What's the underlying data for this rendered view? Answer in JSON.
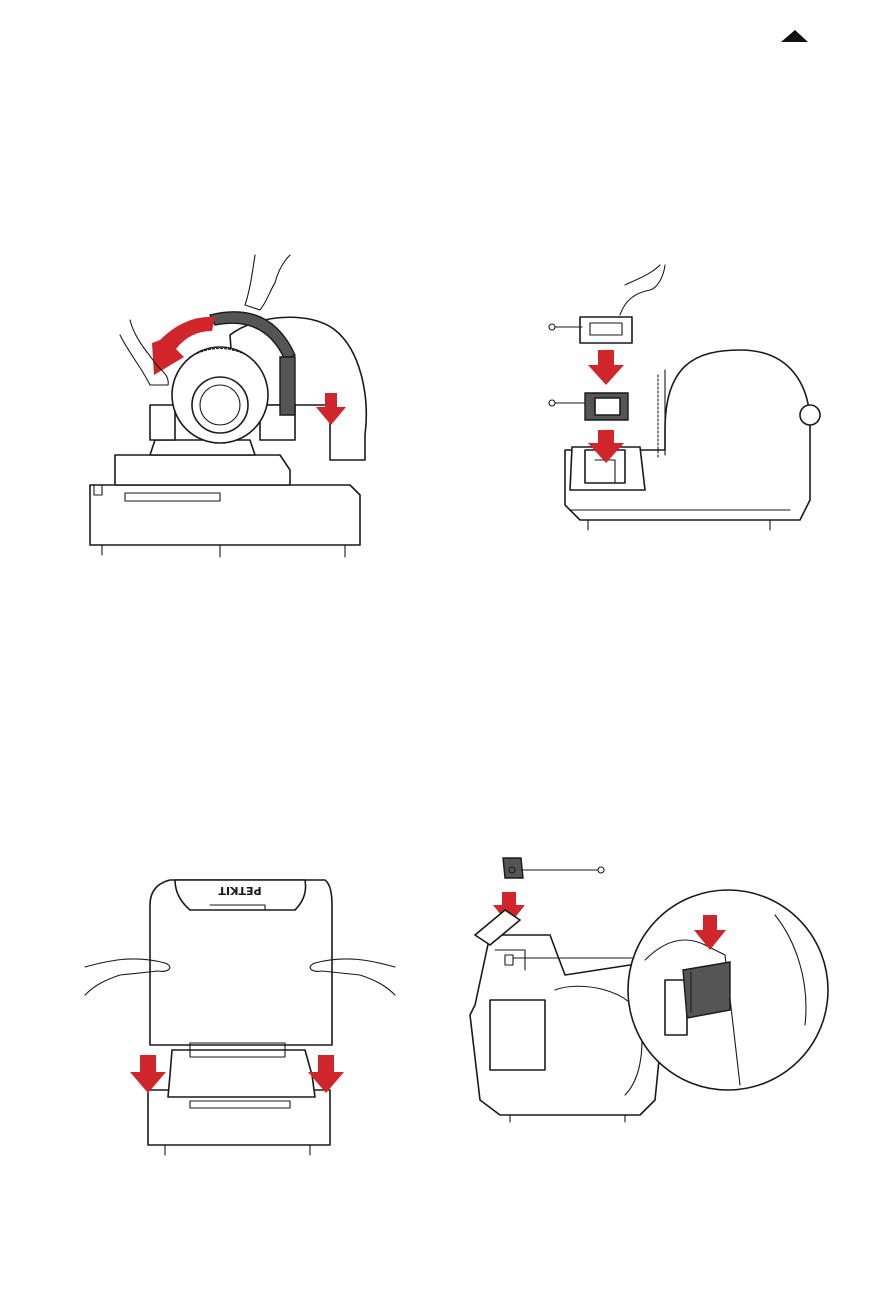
{
  "page": {
    "nav": {
      "icon": "up-triangle-icon"
    },
    "figures": [
      {
        "id": "fig-1",
        "description_icon": "drum-rotate-remove"
      },
      {
        "id": "fig-2",
        "description_icon": "filter-insert"
      },
      {
        "id": "fig-3",
        "description_icon": "lid-place"
      },
      {
        "id": "fig-4",
        "description_icon": "plug-insert"
      }
    ],
    "logo_text": "PETKIT",
    "colors": {
      "arrow": "#d0252b",
      "line": "#1a1a1a",
      "part": "#555555"
    }
  }
}
